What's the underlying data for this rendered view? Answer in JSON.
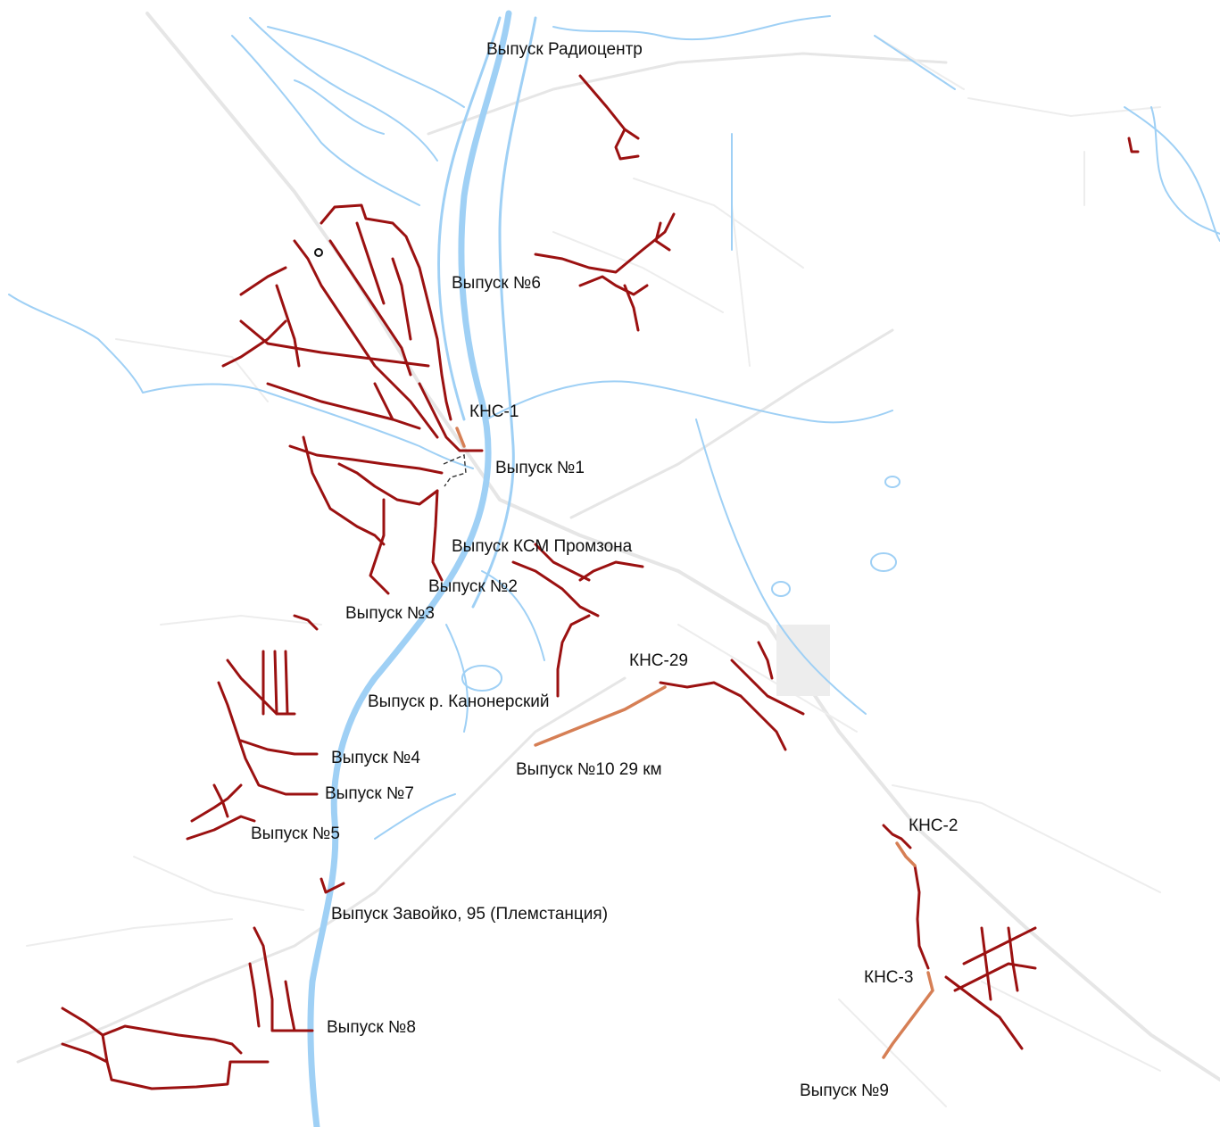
{
  "colors": {
    "sewer": "#9b1111",
    "pressure_line": "#d67f55",
    "water": "#9fd0f5",
    "roads": "#e6e6e6",
    "background": "#ffffff"
  },
  "labels": {
    "radiocenter": "Выпуск Радиоцентр",
    "outlet6": "Выпуск №6",
    "kns1": "КНС-1",
    "outlet1": "Выпуск №1",
    "ksm": "Выпуск КСМ Промзона",
    "outlet2": "Выпуск №2",
    "outlet3": "Выпуск №3",
    "kns29": "КНС-29",
    "kanonersky": "Выпуск р. Канонерский",
    "outlet10": "Выпуск №10 29 км",
    "outlet4": "Выпуск №4",
    "outlet7": "Выпуск №7",
    "outlet5": "Выпуск №5",
    "kns2": "КНС-2",
    "zavoiko": "Выпуск Завойко, 95 (Племстанция)",
    "kns3": "КНС-3",
    "outlet8": "Выпуск №8",
    "outlet9": "Выпуск №9"
  }
}
